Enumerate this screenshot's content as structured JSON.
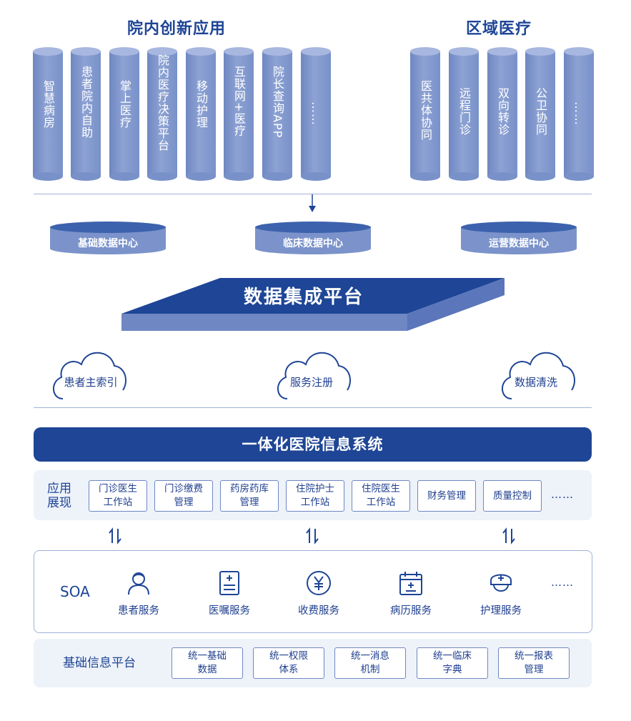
{
  "sections": {
    "hospital_apps": "院内创新应用",
    "regional": "区域医疗"
  },
  "hospital_apps": [
    "智慧病房",
    "患者院内自助",
    "掌上医疗",
    "院内医疗决策平台",
    "移动护理",
    "互联网+医疗",
    "院长查询APP",
    "……"
  ],
  "regional_apps": [
    "医共体协同",
    "远程门诊",
    "双向转诊",
    "公卫协同",
    "……"
  ],
  "data_centers": [
    "基础数据中心",
    "临床数据中心",
    "运营数据中心"
  ],
  "platform": "数据集成平台",
  "cloud_services": [
    "患者主索引",
    "服务注册",
    "数据清洗"
  ],
  "unified_system": "一体化医院信息系统",
  "app_display": {
    "label": "应用\n展现",
    "items": [
      "门诊医生\n工作站",
      "门诊缴费\n管理",
      "药房药库\n管理",
      "住院护士\n工作站",
      "住院医生\n工作站",
      "财务管理",
      "质量控制"
    ],
    "more": "……"
  },
  "soa": {
    "label": "SOA",
    "services": [
      {
        "label": "患者服务",
        "icon": "patient-icon"
      },
      {
        "label": "医嘱服务",
        "icon": "medical-order-icon"
      },
      {
        "label": "收费服务",
        "icon": "yen-icon"
      },
      {
        "label": "病历服务",
        "icon": "calendar-record-icon"
      },
      {
        "label": "护理服务",
        "icon": "nurse-cap-icon"
      }
    ],
    "more": "……"
  },
  "base_platform": {
    "label": "基础信息平台",
    "items": [
      "统一基础\n数据",
      "统一权限\n体系",
      "统一消息\n机制",
      "统一临床\n字典",
      "统一报表\n管理"
    ]
  },
  "colors": {
    "primary": "#1e4596",
    "cylinder": "#7f97cd",
    "panel_bg": "#eef2f9"
  }
}
